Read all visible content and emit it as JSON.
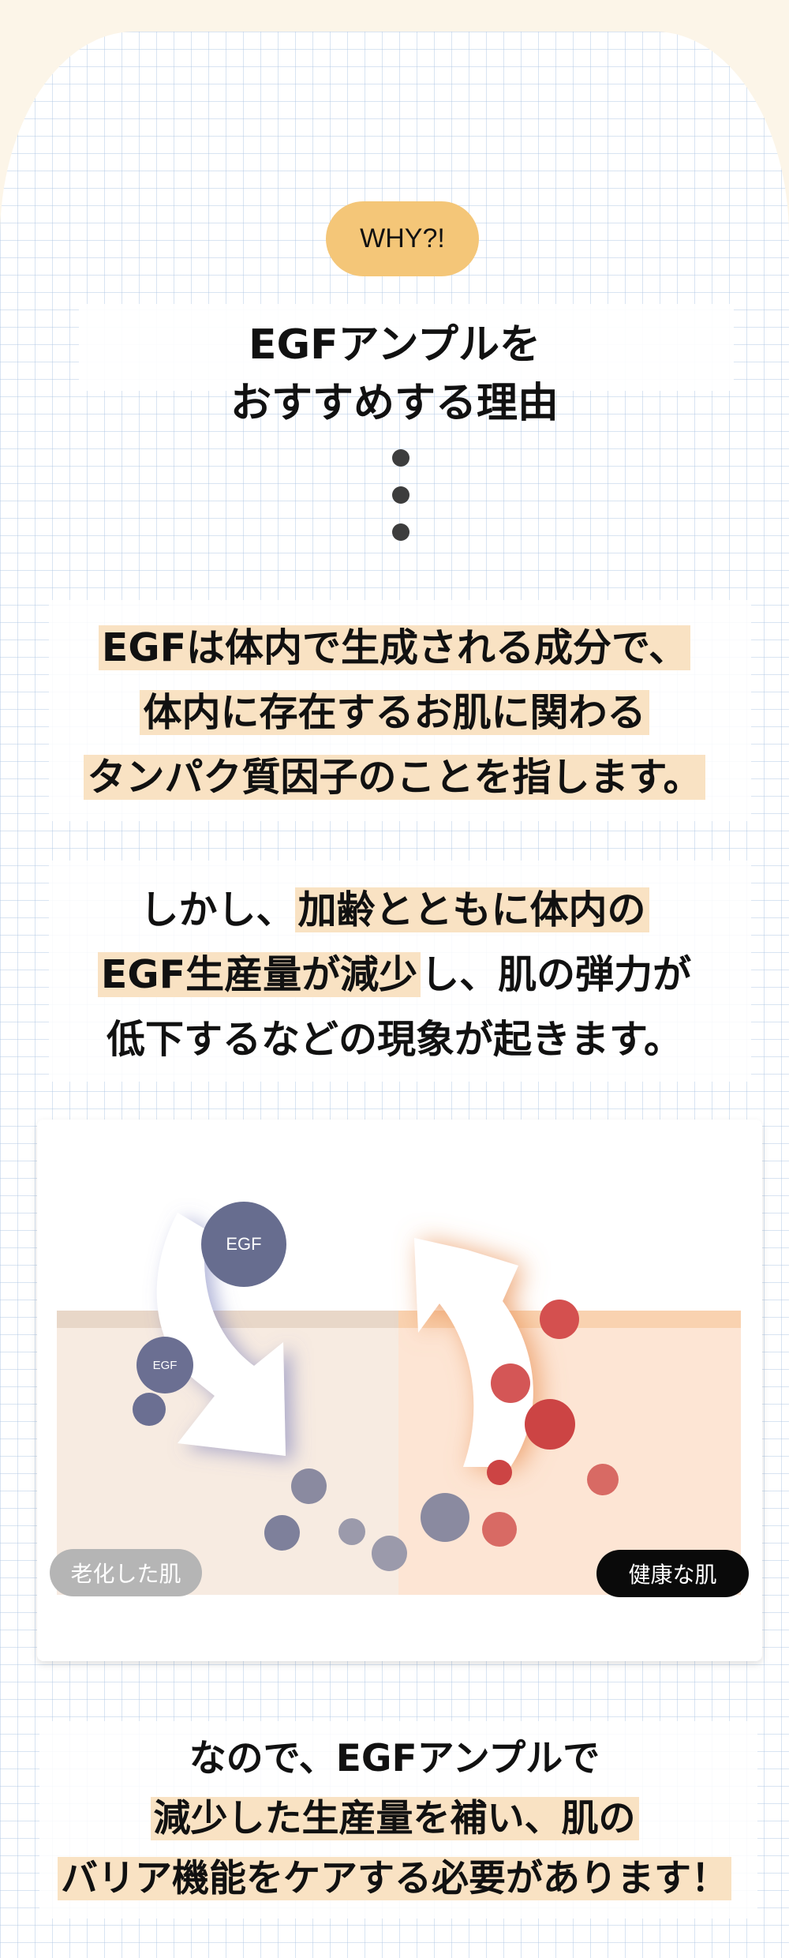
{
  "badge": {
    "label": "WHY?!"
  },
  "title": {
    "lines": [
      "EGFアンプルを",
      "おすすめする理由"
    ]
  },
  "separator": {
    "icon": "vertical-ellipsis-dots"
  },
  "paragraph1": {
    "lines": [
      "EGFは体内で生成される成分で、",
      "体内に存在するお肌に関わる",
      "タンパク質因子のことを指します。"
    ]
  },
  "paragraph2": {
    "line1_plain": "しかし、",
    "line1_highlight": "加齢とともに体内の",
    "line2_highlight": "EGF生産量が減少",
    "line2_plain": "し、肌の弾力が",
    "line3": "低下するなどの現象が起きます。"
  },
  "diagram": {
    "particle_label_large": "EGF",
    "particle_label_small": "EGF",
    "label_aged": "老化した肌",
    "label_healthy": "健康な肌",
    "colors": {
      "aged_skin": "#f7ebe1",
      "healthy_skin": "#fde5d4",
      "egf_particle": "#676d8f",
      "healthy_particle": "#d14a48",
      "label_aged_bg": "#b5b5b5",
      "label_healthy_bg": "#0a0a0a"
    }
  },
  "paragraph3": {
    "line1": "なので、EGFアンプルで",
    "line2": "減少した生産量を補い、肌の",
    "line3": "バリア機能をケアする必要があります！"
  },
  "colors": {
    "badge": "#f4c678",
    "highlight": "#f9e2c3",
    "page_top": "#fcf5e8",
    "grid_line": "#aac3e1",
    "text": "#111111"
  }
}
